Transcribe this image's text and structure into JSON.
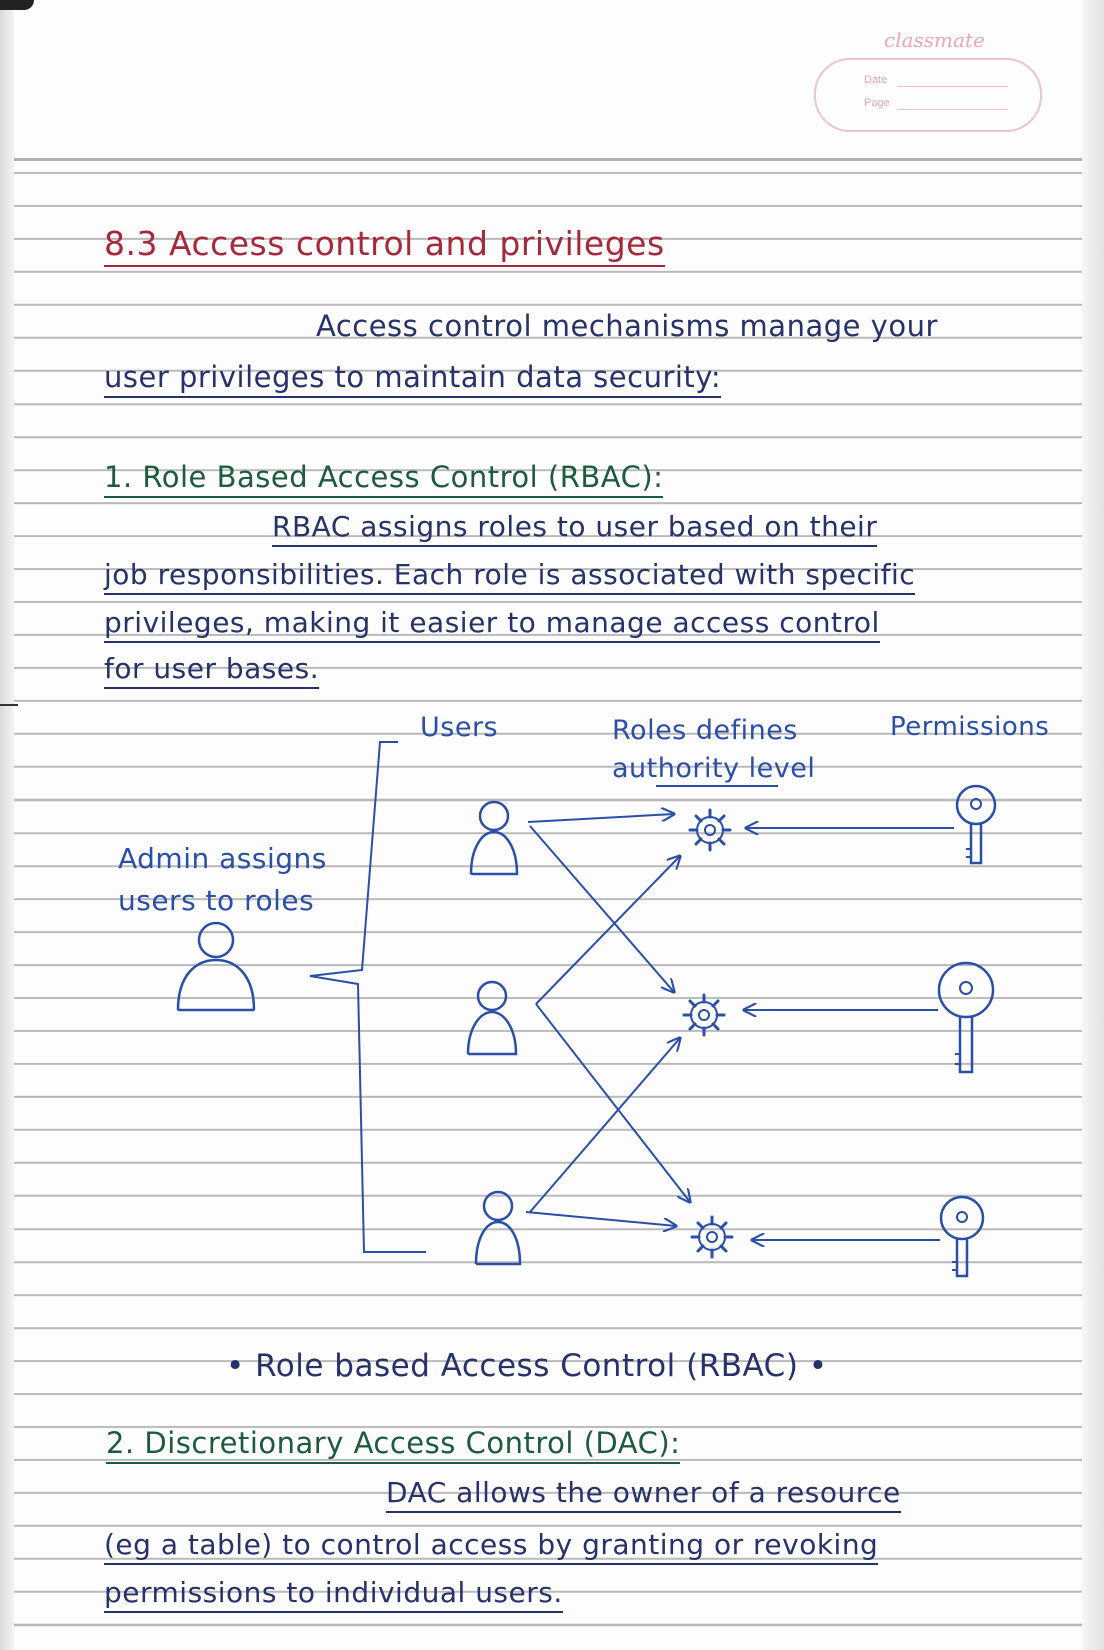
{
  "stationery": {
    "brand": "classmate",
    "date_label": "Date",
    "page_label": "Page"
  },
  "section_title": "8.3 Access control and privileges",
  "intro": [
    "Access control mechanisms manage your",
    "user privileges to maintain data security:"
  ],
  "rbac": {
    "heading": "1. Role Based Access Control (RBAC):",
    "body": [
      "RBAC assigns roles to user based on their",
      "job responsibilities. Each role is associated with specific",
      "privileges, making it easier to manage access control",
      "for user bases."
    ]
  },
  "diagram": {
    "col_users": "Users",
    "col_roles": "Roles defines\nauthority level",
    "col_permissions": "Permissions",
    "admin_label": "Admin assigns\nusers to roles",
    "caption": "• Role based Access Control (RBAC) •",
    "user_icons": [
      "user-icon",
      "user-icon",
      "user-icon"
    ],
    "role_icons": [
      "gear-icon",
      "gear-icon",
      "gear-icon"
    ],
    "permission_icons": [
      "key-icon",
      "key-icon",
      "key-icon"
    ],
    "admin_icon": "user-icon"
  },
  "dac": {
    "heading": "2. Discretionary Access Control (DAC):",
    "body": [
      "DAC allows the owner of a resource",
      "(eg a table) to control access by granting or revoking",
      "permissions to individual users."
    ]
  },
  "colors": {
    "ink_blue": "#27316a",
    "ink_red": "#a6283a",
    "ink_green": "#1e5a3c",
    "ink_diagram": "#2b4ea6"
  }
}
